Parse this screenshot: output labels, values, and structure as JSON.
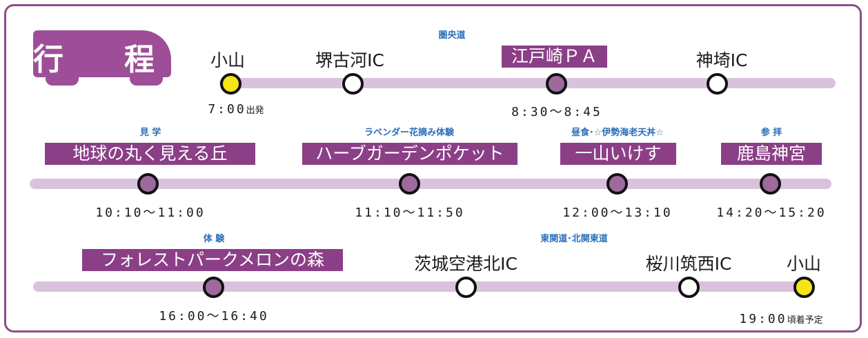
{
  "title": "行　程",
  "row1": {
    "category": "圏央道",
    "stops": [
      {
        "name": "小山",
        "time": "7:00",
        "note": "出発",
        "type": "yellow"
      },
      {
        "name": "堺古河IC",
        "type": "white"
      },
      {
        "name": "江戸崎ＰＡ",
        "time": "8:30〜8:45",
        "type": "purple",
        "highlight": true
      },
      {
        "name": "神埼IC",
        "type": "white"
      }
    ]
  },
  "row2": {
    "stops": [
      {
        "category": "見 学",
        "name": "地球の丸く見える丘",
        "time": "10:10〜11:00"
      },
      {
        "category": "ラベンダー花摘み体験",
        "name": "ハーブガーデンポケット",
        "time": "11:10〜11:50"
      },
      {
        "category": "昼食･☆伊勢海老天丼☆",
        "name": "一山いけす",
        "time": "12:00〜13:10"
      },
      {
        "category": "参 拝",
        "name": "鹿島神宮",
        "time": "14:20〜15:20"
      }
    ]
  },
  "row3": {
    "category_left": "体 験",
    "category_right": "東関道･北関東道",
    "stops": [
      {
        "name": "フォレストパークメロンの森",
        "time": "16:00〜16:40",
        "type": "purple",
        "highlight": true
      },
      {
        "name": "茨城空港北IC",
        "type": "white"
      },
      {
        "name": "桜川筑西IC",
        "type": "white"
      },
      {
        "name": "小山",
        "time": "19:00",
        "note": "頃着予定",
        "type": "yellow"
      }
    ]
  },
  "colors": {
    "frame": "#8b4f86",
    "highlight": "#8b3f87",
    "track": "#d9c2dc",
    "category": "#2a6fb8",
    "node_purple": "#9e6a9c",
    "node_yellow": "#f4e51a"
  }
}
